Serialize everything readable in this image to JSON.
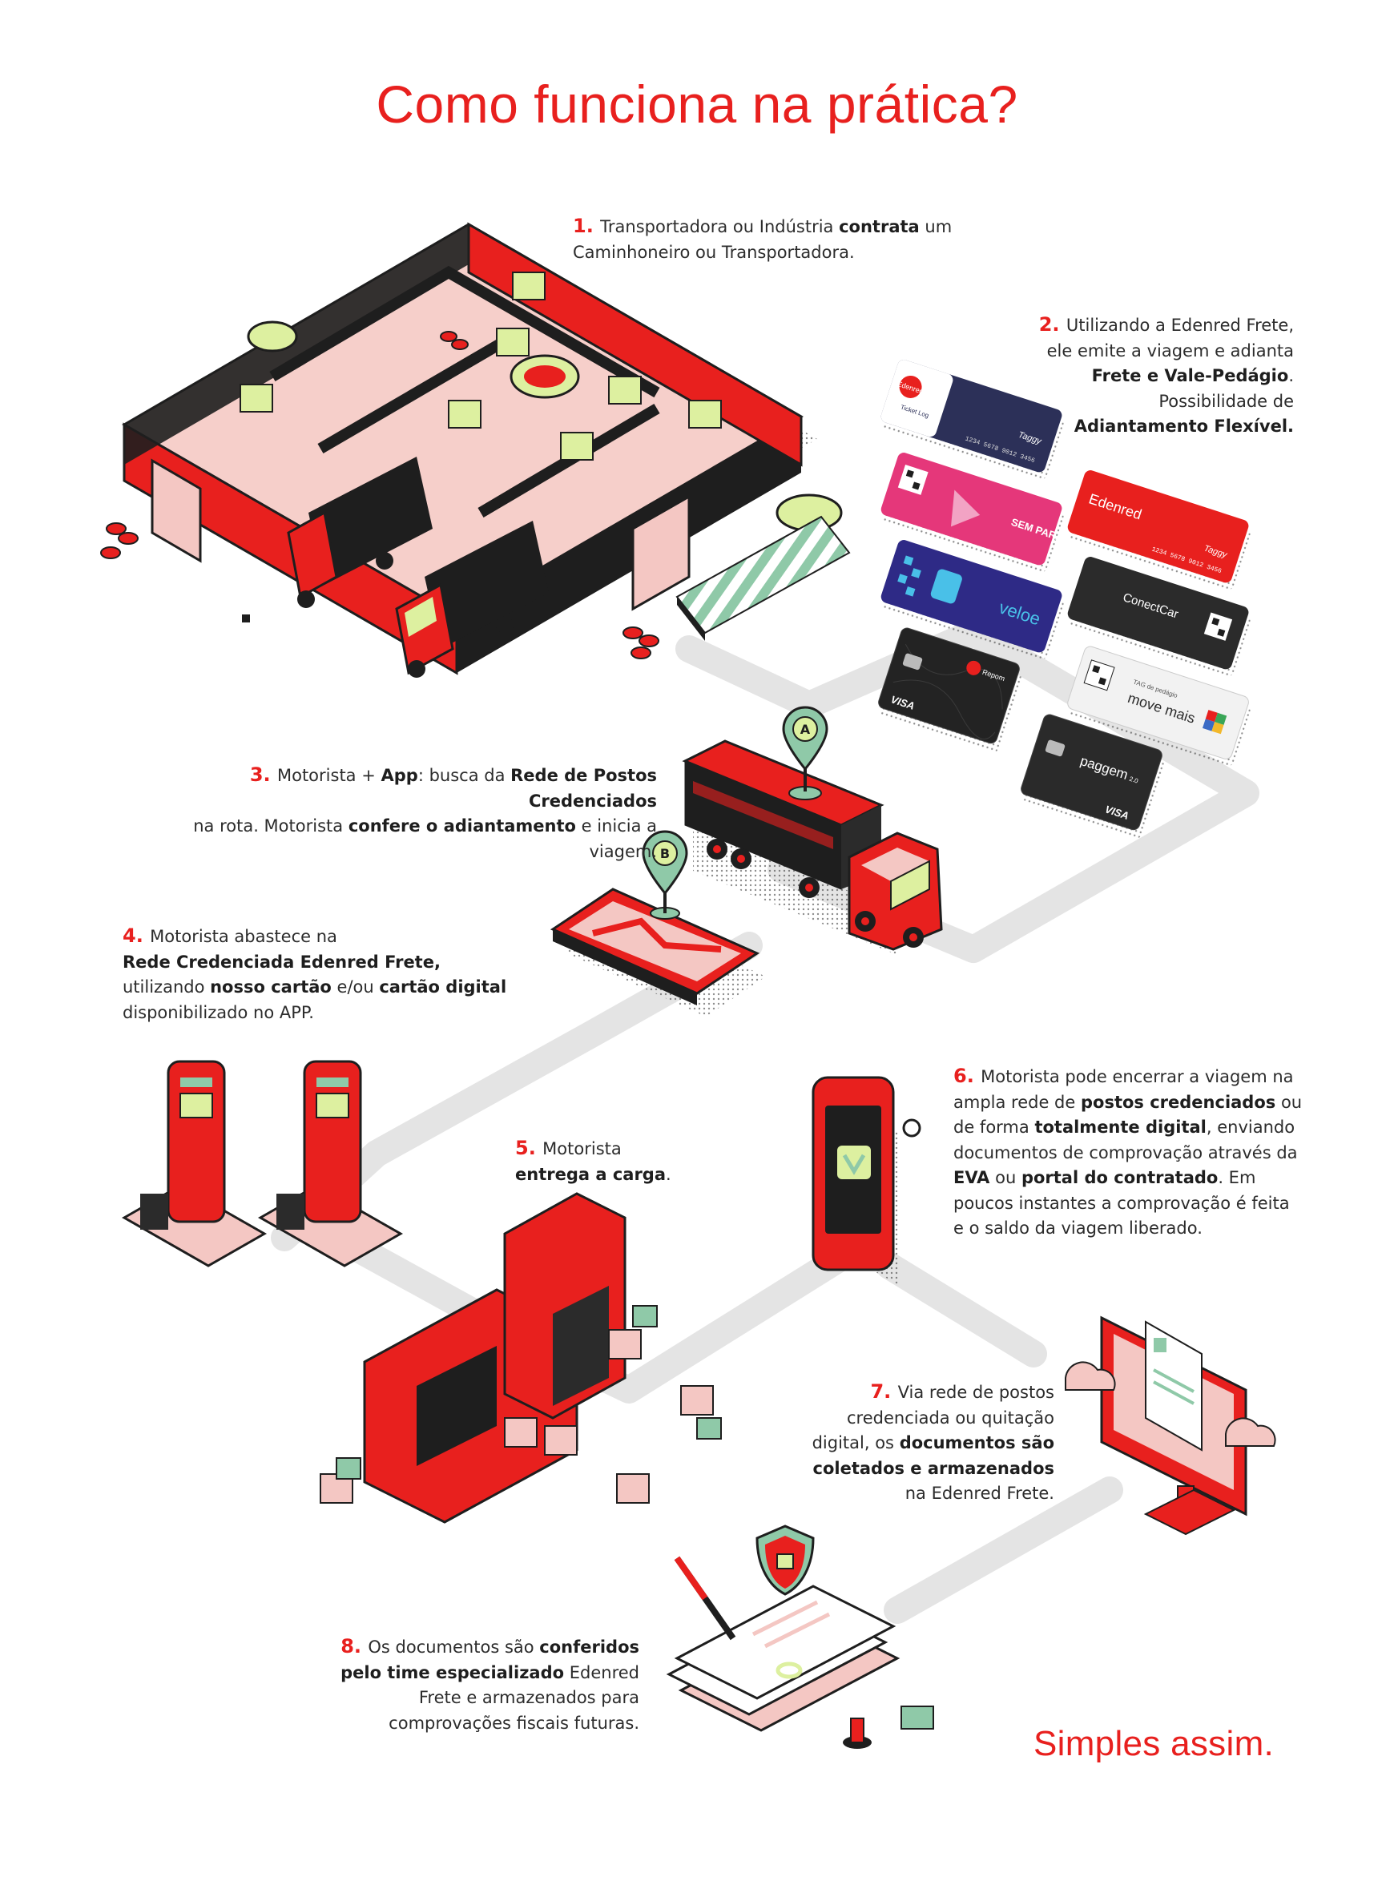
{
  "title": "Como funciona na prática?",
  "steps": [
    {
      "num": "1.",
      "parts": [
        [
          "Transportadora ou Indústria ",
          false
        ],
        [
          "contrata",
          true
        ],
        [
          " um",
          false
        ],
        [
          "\n",
          false
        ],
        [
          "Caminhoneiro ou Transportadora.",
          false
        ]
      ]
    },
    {
      "num": "2.",
      "parts": [
        [
          "Utilizando a Edenred Frete,",
          false
        ],
        [
          "\n",
          false
        ],
        [
          "ele emite a viagem e adianta",
          false
        ],
        [
          "\n",
          false
        ],
        [
          "Frete e Vale-Pedágio",
          true
        ],
        [
          ".",
          false
        ],
        [
          "\n",
          false
        ],
        [
          "Possibilidade de",
          false
        ],
        [
          "\n",
          false
        ],
        [
          "Adiantamento Flexível.",
          true
        ]
      ]
    },
    {
      "num": "3.",
      "parts": [
        [
          "Motorista + ",
          false
        ],
        [
          "App",
          true
        ],
        [
          ": busca da ",
          false
        ],
        [
          "Rede de Postos Credenciados",
          true
        ],
        [
          "\n",
          false
        ],
        [
          "na rota. Motorista ",
          false
        ],
        [
          "confere o adiantamento",
          true
        ],
        [
          " e inicia a viagem.",
          false
        ]
      ]
    },
    {
      "num": "4.",
      "parts": [
        [
          "Motorista abastece na",
          false
        ],
        [
          "\n",
          false
        ],
        [
          "Rede Credenciada Edenred Frete,",
          true
        ],
        [
          "\n",
          false
        ],
        [
          "utilizando ",
          false
        ],
        [
          "nosso cartão",
          true
        ],
        [
          " e/ou ",
          false
        ],
        [
          "cartão digital",
          true
        ],
        [
          "\n",
          false
        ],
        [
          "disponibilizado no APP.",
          false
        ]
      ]
    },
    {
      "num": "5.",
      "parts": [
        [
          "Motorista",
          false
        ],
        [
          "\n",
          false
        ],
        [
          "entrega a carga",
          true
        ],
        [
          ".",
          false
        ]
      ]
    },
    {
      "num": "6.",
      "parts": [
        [
          "Motorista pode encerrar a viagem na",
          false
        ],
        [
          "\n",
          false
        ],
        [
          "ampla rede de ",
          false
        ],
        [
          "postos credenciados",
          true
        ],
        [
          " ou",
          false
        ],
        [
          "\n",
          false
        ],
        [
          "de forma ",
          false
        ],
        [
          "totalmente digital",
          true
        ],
        [
          ", enviando",
          false
        ],
        [
          "\n",
          false
        ],
        [
          "documentos de comprovação através da",
          false
        ],
        [
          "\n",
          false
        ],
        [
          "EVA",
          true
        ],
        [
          " ou ",
          false
        ],
        [
          "portal do contratado",
          true
        ],
        [
          ". Em",
          false
        ],
        [
          "\n",
          false
        ],
        [
          "poucos instantes a comprovação é feita",
          false
        ],
        [
          "\n",
          false
        ],
        [
          "e o saldo da viagem liberado.",
          false
        ]
      ]
    },
    {
      "num": "7.",
      "parts": [
        [
          "Via rede de postos",
          false
        ],
        [
          "\n",
          false
        ],
        [
          "credenciada ou quitação",
          false
        ],
        [
          "\n",
          false
        ],
        [
          "digital, os ",
          false
        ],
        [
          "documentos são",
          true
        ],
        [
          "\n",
          false
        ],
        [
          "coletados e armazenados",
          true
        ],
        [
          "\n",
          false
        ],
        [
          "na Edenred Frete.",
          false
        ]
      ]
    },
    {
      "num": "8.",
      "parts": [
        [
          "Os documentos são ",
          false
        ],
        [
          "conferidos",
          true
        ],
        [
          "\n",
          false
        ],
        [
          "pelo time especializado",
          true
        ],
        [
          " Edenred",
          false
        ],
        [
          "\n",
          false
        ],
        [
          "Frete e armazenados para",
          false
        ],
        [
          "\n",
          false
        ],
        [
          "comprovações fiscais futuras.",
          false
        ]
      ]
    }
  ],
  "closing": "Simples assim.",
  "cards": {
    "taggy_brand": "Edenred",
    "taggy_sub": "Ticket Log",
    "taggy_logo": "Taggy",
    "taggy_number": "1234 5678 9012 3456",
    "sem_parar": "SEM PARAR",
    "edenred": "Edenred",
    "edenred_taggy": "Taggy",
    "edenred_number": "1234 5678 9012 3456",
    "veloe": "veloe",
    "conectcar": "ConectCar",
    "move_mais_tag": "TAG de pedágio",
    "move_mais": "move mais",
    "visa_black": "VISA",
    "repom": "Repom",
    "visa_paggem": "VISA",
    "paggem": "paggem",
    "paggem_num": "2.0"
  },
  "pins": {
    "a": "A",
    "b": "B"
  },
  "colors": {
    "red": "#e8201e",
    "dark": "#1e1e1e",
    "green": "#8fc9a8",
    "lime": "#ddf0a0",
    "pink": "#f4c7c3",
    "path": "#e6e6e6"
  }
}
